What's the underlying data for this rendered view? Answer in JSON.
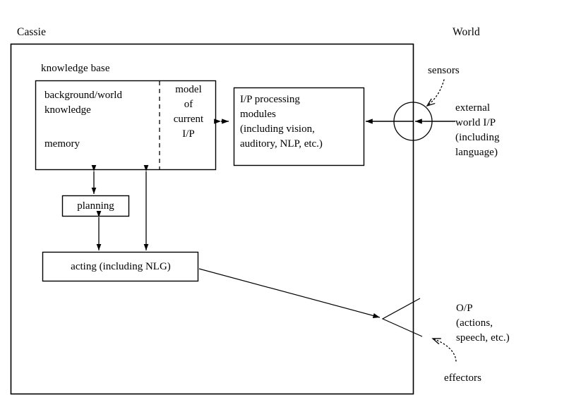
{
  "diagram": {
    "title_left": "Cassie",
    "title_right": "World",
    "agent_boundary_label": "Cassie",
    "knowledge_base_label": "knowledge base",
    "kb_left": {
      "line1": "background/world",
      "line2": "knowledge",
      "line3": "memory"
    },
    "kb_right": {
      "line1": "model",
      "line2": "of",
      "line3": "current",
      "line4": "I/P"
    },
    "ip_modules": {
      "line1": "I/P processing",
      "line2": "modules",
      "line3": "(including vision,",
      "line4": "auditory, NLP, etc.)"
    },
    "planning_label": "planning",
    "acting_label": "acting (including NLG)",
    "sensors_label": "sensors",
    "effectors_label": "effectors",
    "external_input": {
      "line1": "external",
      "line2": "world I/P",
      "line3": "(including",
      "line4": "language)"
    },
    "output": {
      "line1": "O/P",
      "line2": "(actions,",
      "line3": "speech, etc.)"
    },
    "colors": {
      "stroke": "#000000",
      "background": "#ffffff",
      "text": "#000000"
    }
  }
}
